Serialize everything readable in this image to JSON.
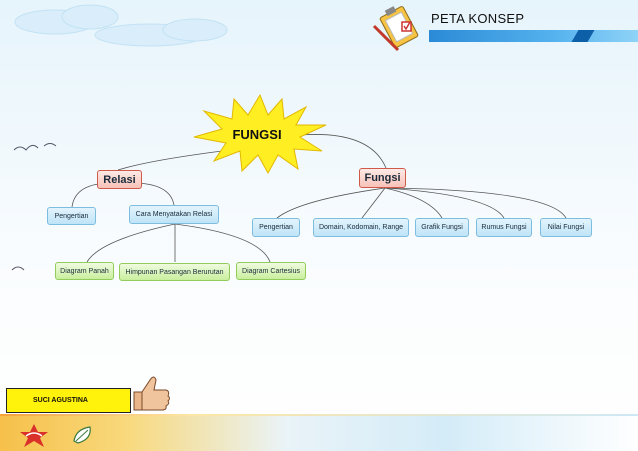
{
  "header": {
    "title": "PETA KONSEP"
  },
  "center": {
    "label": "FUNGSI"
  },
  "relasi": {
    "label": "Relasi",
    "children": [
      "Pengertian",
      "Cara Menyatakan Relasi"
    ],
    "cara_children": [
      "Diagram Panah",
      "Himpunan Pasangan Berurutan",
      "Diagram Cartesius"
    ]
  },
  "fungsi": {
    "label": "Fungsi",
    "children": [
      "Pengertian",
      "Domain, Kodomain, Range",
      "Grafik Fungsi",
      "Rumus Fungsi",
      "Nilai Fungsi"
    ]
  },
  "footer": {
    "author": "SUCI AGUSTINA"
  },
  "colors": {
    "star": "#ffee22",
    "title_bar": "#2b8ad6",
    "author_bg": "#fff20b"
  }
}
